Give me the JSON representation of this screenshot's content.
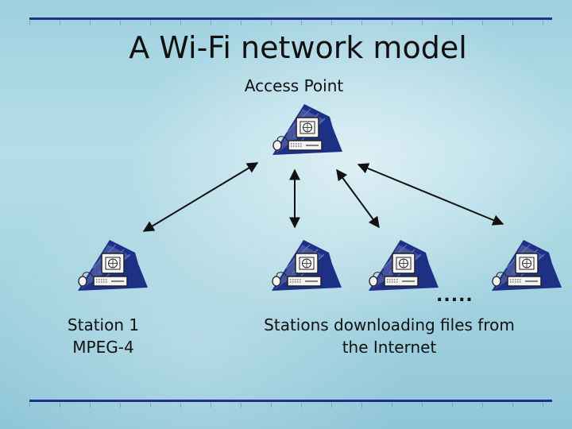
{
  "title": "A Wi-Fi network model",
  "nodes": {
    "access_point": {
      "label": "Access Point",
      "icon": "computer-terminal-icon"
    },
    "station_1": {
      "label_line1": "Station 1",
      "label_line2": "MPEG-4",
      "icon": "computer-terminal-icon"
    },
    "downloaders": {
      "label_line1": "Stations downloading files from",
      "label_line2": "the Internet",
      "count_shown": 3,
      "icon": "computer-terminal-icon"
    }
  },
  "ellipsis": ".....",
  "links": [
    {
      "from": "access_point",
      "to": "station_1"
    },
    {
      "from": "access_point",
      "to": "downloader_1"
    },
    {
      "from": "access_point",
      "to": "downloader_2"
    },
    {
      "from": "access_point",
      "to": "downloader_3"
    }
  ],
  "colors": {
    "rule": "#1f2f8a",
    "wave": "#1e2f86",
    "text": "#111111"
  }
}
